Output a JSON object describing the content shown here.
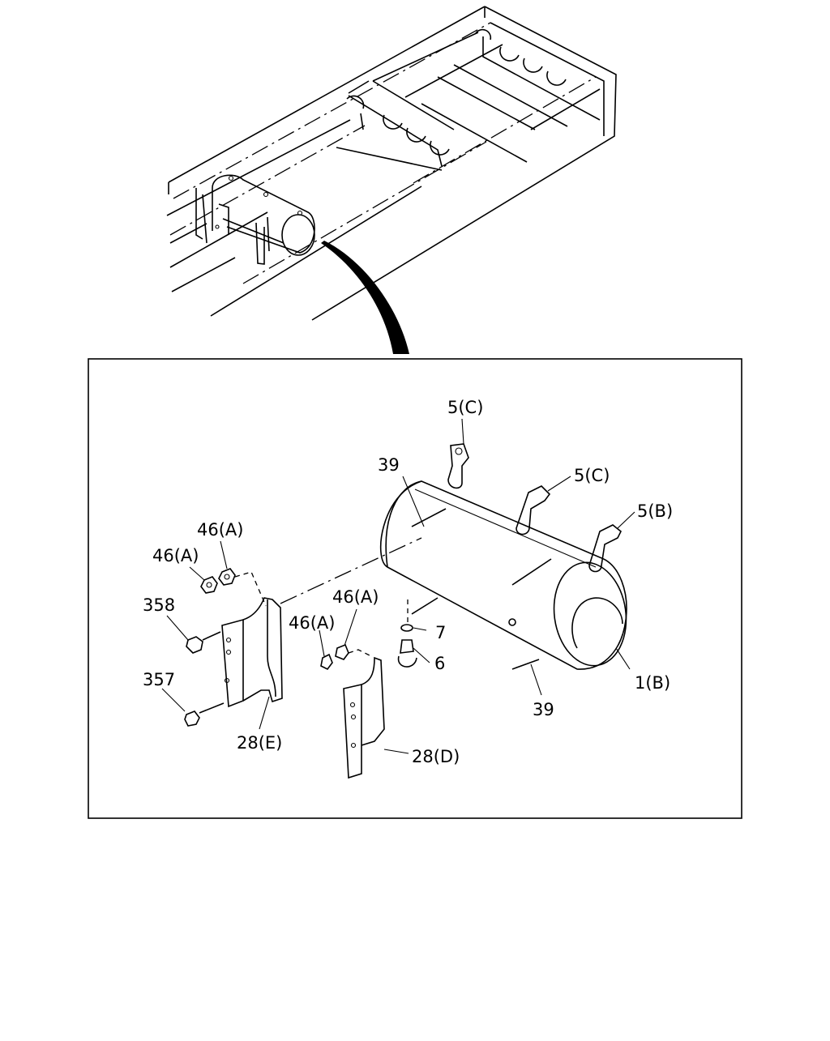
{
  "labels": {
    "c5c_top": "5(C)",
    "c5c_mid": "5(C)",
    "c5b": "5(B)",
    "n39_top": "39",
    "n39_bot": "39",
    "n46a_1": "46(A)",
    "n46a_2": "46(A)",
    "n46a_3": "46(A)",
    "n46a_4": "46(A)",
    "n358": "358",
    "n357": "357",
    "n7": "7",
    "n6": "6",
    "n1b": "1(B)",
    "n28e": "28(E)",
    "n28d": "28(D)"
  }
}
